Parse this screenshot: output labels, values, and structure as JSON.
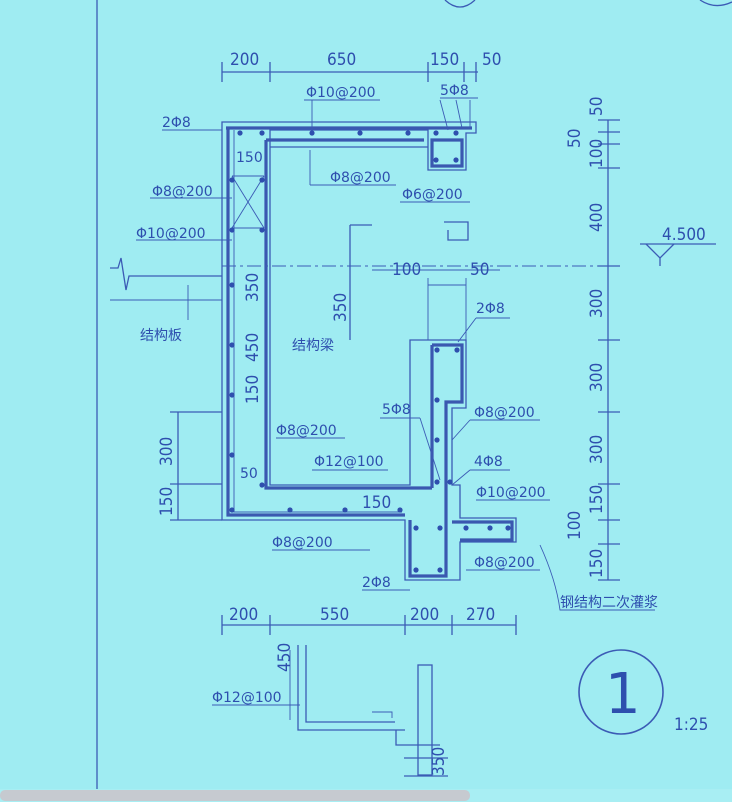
{
  "top_dims": [
    "200",
    "650",
    "150",
    "50"
  ],
  "bottom_dims": [
    "200",
    "550",
    "200",
    "270"
  ],
  "right_dims": [
    "50",
    "50",
    "100",
    "400",
    "300",
    "300",
    "300",
    "150",
    "100",
    "150"
  ],
  "left_dims": [
    "300",
    "150"
  ],
  "inner_dims": {
    "d150_top": "150",
    "d350_left": "350",
    "d450_left": "450",
    "d150_mid": "150",
    "d50_low": "50",
    "d350_center": "350",
    "d100": "100",
    "d50_right": "50",
    "d150_bottom": "150",
    "d450_detail": "450",
    "d350_detail": "350"
  },
  "rebar": {
    "top_main": "Φ10@200",
    "corner_5phi8_top": "5Φ8",
    "left_2phi8": "2Φ8",
    "stirrup_top": "Φ8@200",
    "phi6": "Φ6@200",
    "left_stirrup": "Φ8@200",
    "left_main": "Φ10@200",
    "right_2phi8": "2Φ8",
    "mid_5phi8": "5Φ8",
    "right_stirrup": "Φ8@200",
    "left_low_stirrup": "Φ8@200",
    "bottom_main": "Φ12@100",
    "four_phi8": "4Φ8",
    "ledge_main": "Φ10@200",
    "ledge_stirrup": "Φ8@200",
    "bottom_stirrup": "Φ8@200",
    "bottom_2phi8": "2Φ8",
    "detail_main": "Φ12@100"
  },
  "labels": {
    "slab": "结构板",
    "beam": "结构梁",
    "secondary_grout": "钢结构二次灌浆"
  },
  "elevation": "4.500",
  "section_number": "1",
  "scale": "1:25"
}
